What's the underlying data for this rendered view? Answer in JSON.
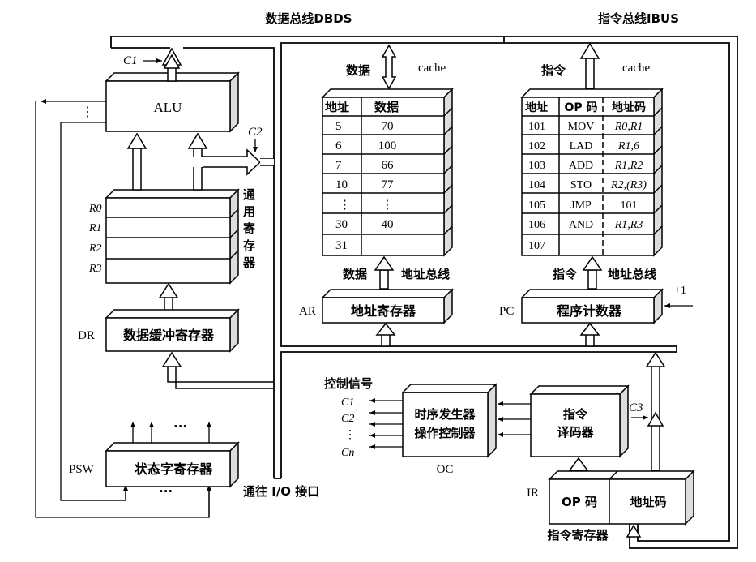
{
  "buses": {
    "data_bus": "数据总线DBDS",
    "instr_bus": "指令总线IBUS"
  },
  "alu": {
    "label": "ALU",
    "signal": "C1",
    "dots": "⋮"
  },
  "regs": {
    "names": [
      "R0",
      "R1",
      "R2",
      "R3"
    ],
    "side_label": [
      "通",
      "用",
      "寄",
      "存",
      "器"
    ],
    "signal": "C2"
  },
  "dr": {
    "prefix": "DR",
    "label": "数据缓冲寄存器"
  },
  "psw": {
    "prefix": "PSW",
    "label": "状态字寄存器",
    "dots_top": "···",
    "dots_bottom": "···"
  },
  "io": {
    "label": "通往 I/O 接口"
  },
  "data_cache": {
    "top_label": "数据",
    "cache_label": "cache",
    "headers": [
      "地址",
      "数据"
    ],
    "rows": [
      [
        "5",
        "70"
      ],
      [
        "6",
        "100"
      ],
      [
        "7",
        "66"
      ],
      [
        "10",
        "77"
      ],
      [
        "⋮",
        "⋮"
      ],
      [
        "30",
        "40"
      ],
      [
        "31",
        ""
      ]
    ],
    "bottom_left": "数据",
    "bottom_right": "地址总线"
  },
  "ar": {
    "prefix": "AR",
    "label": "地址寄存器"
  },
  "instr_cache": {
    "top_label": "指令",
    "cache_label": "cache",
    "headers": [
      "地址",
      "OP 码",
      "地址码"
    ],
    "rows": [
      [
        "101",
        "MOV",
        "R0,R1"
      ],
      [
        "102",
        "LAD",
        "R1,6"
      ],
      [
        "103",
        "ADD",
        "R1,R2"
      ],
      [
        "104",
        "STO",
        "R2,(R3)"
      ],
      [
        "105",
        "JMP",
        "101"
      ],
      [
        "106",
        "AND",
        "R1,R3"
      ],
      [
        "107",
        "",
        ""
      ]
    ],
    "bottom_left": "指令",
    "bottom_right": "地址总线"
  },
  "pc": {
    "prefix": "PC",
    "label": "程序计数器",
    "inc": "+1"
  },
  "control": {
    "title": "控制信号",
    "signals": [
      "C1",
      "C2",
      "⋮",
      "Cn"
    ],
    "oc_line1": "时序发生器",
    "oc_line2": "操作控制器",
    "oc_name": "OC",
    "decoder_line1": "指令",
    "decoder_line2": "译码器",
    "c3": "C3"
  },
  "ir": {
    "prefix": "IR",
    "op": "OP 码",
    "addr": "地址码",
    "caption": "指令寄存器"
  }
}
